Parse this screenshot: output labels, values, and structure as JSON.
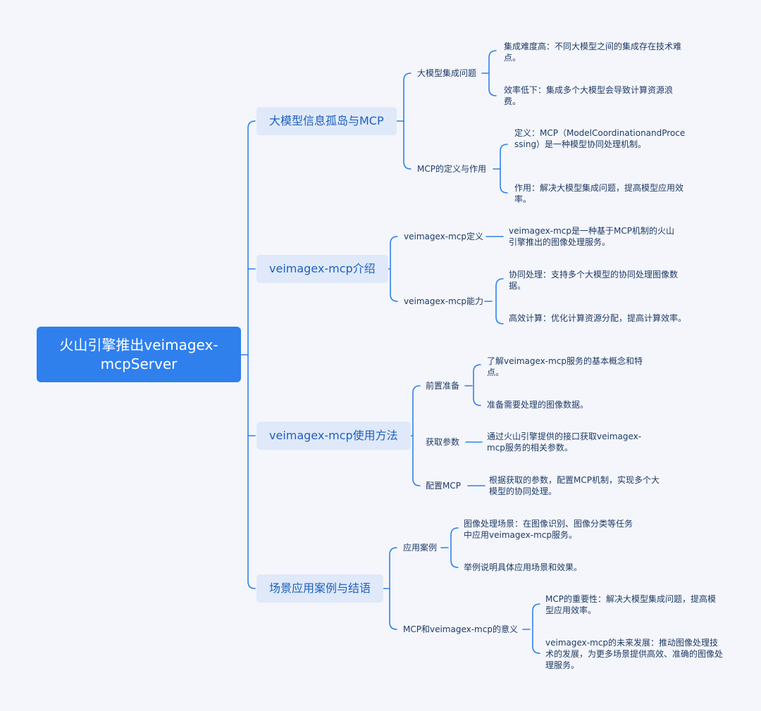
{
  "colors": {
    "accent": "#2f80ed",
    "line": "#2f80ed",
    "node_bg": "#dfe9f9",
    "background": "#f4f6fb"
  },
  "root": {
    "label": "火山引擎推出veimagex-mcpServer"
  },
  "sections": [
    {
      "label": "大模型信息孤岛与MCP",
      "children": [
        {
          "label": "大模型集成问题",
          "children": [
            "集成难度高：不同大模型之间的集成存在技术难点。",
            "效率低下：集成多个大模型会导致计算资源浪费。"
          ]
        },
        {
          "label": "MCP的定义与作用",
          "children": [
            "定义：MCP（ModelCoordinationandProcessing）是一种模型协同处理机制。",
            "作用：解决大模型集成问题，提高模型应用效率。"
          ]
        }
      ]
    },
    {
      "label": "veimagex-mcp介绍",
      "children": [
        {
          "label": "veimagex-mcp定义",
          "children": [
            "veimagex-mcp是一种基于MCP机制的火山引擎推出的图像处理服务。"
          ]
        },
        {
          "label": "veimagex-mcp能力",
          "children": [
            "协同处理：支持多个大模型的协同处理图像数据。",
            "高效计算：优化计算资源分配，提高计算效率。"
          ]
        }
      ]
    },
    {
      "label": "veimagex-mcp使用方法",
      "children": [
        {
          "label": "前置准备",
          "children": [
            "了解veimagex-mcp服务的基本概念和特点。",
            "准备需要处理的图像数据。"
          ]
        },
        {
          "label": "获取参数",
          "children": [
            "通过火山引擎提供的接口获取veimagex-mcp服务的相关参数。"
          ]
        },
        {
          "label": "配置MCP",
          "children": [
            "根据获取的参数，配置MCP机制，实现多个大模型的协同处理。"
          ]
        }
      ]
    },
    {
      "label": "场景应用案例与结语",
      "children": [
        {
          "label": "应用案例",
          "children": [
            "图像处理场景：在图像识别、图像分类等任务中应用veimagex-mcp服务。",
            "举例说明具体应用场景和效果。"
          ]
        },
        {
          "label": "MCP和veimagex-mcp的意义",
          "children": [
            "MCP的重要性：解决大模型集成问题，提高模型应用效率。",
            "veimagex-mcp的未来发展：推动图像处理技术的发展，为更多场景提供高效、准确的图像处理服务。"
          ]
        }
      ]
    }
  ]
}
